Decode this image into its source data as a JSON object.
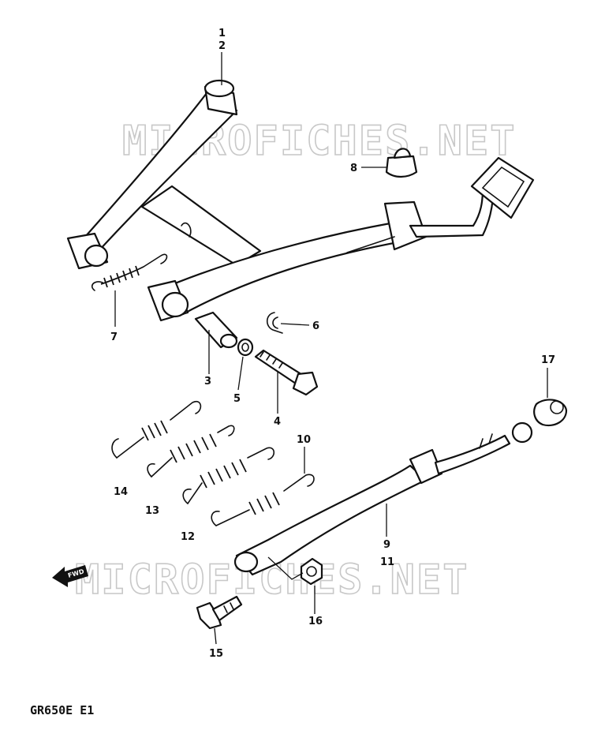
{
  "watermark": "MICROFICHES.NET",
  "model_code": "GR650E E1",
  "fwd_label": "FWD",
  "callouts": {
    "c1": "1",
    "c2": "2",
    "c3": "3",
    "c4": "4",
    "c5": "5",
    "c6": "6",
    "c7": "7",
    "c8": "8",
    "c9": "9",
    "c10": "10",
    "c11": "11",
    "c12": "12",
    "c13": "13",
    "c14": "14",
    "c15": "15",
    "c16": "16",
    "c17": "17"
  }
}
